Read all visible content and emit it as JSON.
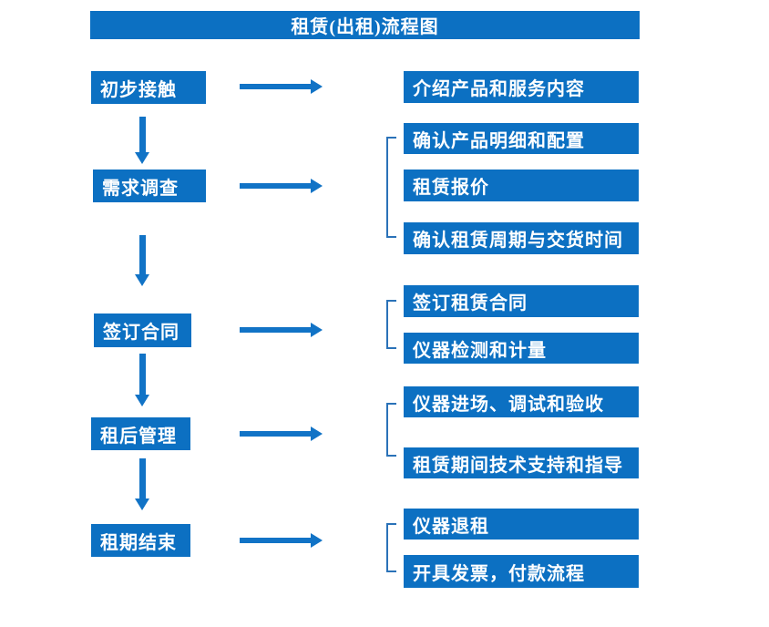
{
  "title": "租赁(出租)流程图",
  "colors": {
    "primary": "#0c70c2",
    "arrow": "#1173c6",
    "bracket": "#2a72b8",
    "text": "#ffffff"
  },
  "flow": {
    "stages": [
      {
        "label": "初步接触",
        "details": [
          "介绍产品和服务内容"
        ]
      },
      {
        "label": "需求调查",
        "details": [
          "确认产品明细和配置",
          "租赁报价",
          "确认租赁周期与交货时间"
        ]
      },
      {
        "label": "签订合同",
        "details": [
          "签订租赁合同",
          "仪器检测和计量"
        ]
      },
      {
        "label": "租后管理",
        "details": [
          "仪器进场、调试和验收",
          "租赁期间技术支持和指导"
        ]
      },
      {
        "label": "租期结束",
        "details": [
          "仪器退租",
          "开具发票，付款流程"
        ]
      }
    ]
  }
}
